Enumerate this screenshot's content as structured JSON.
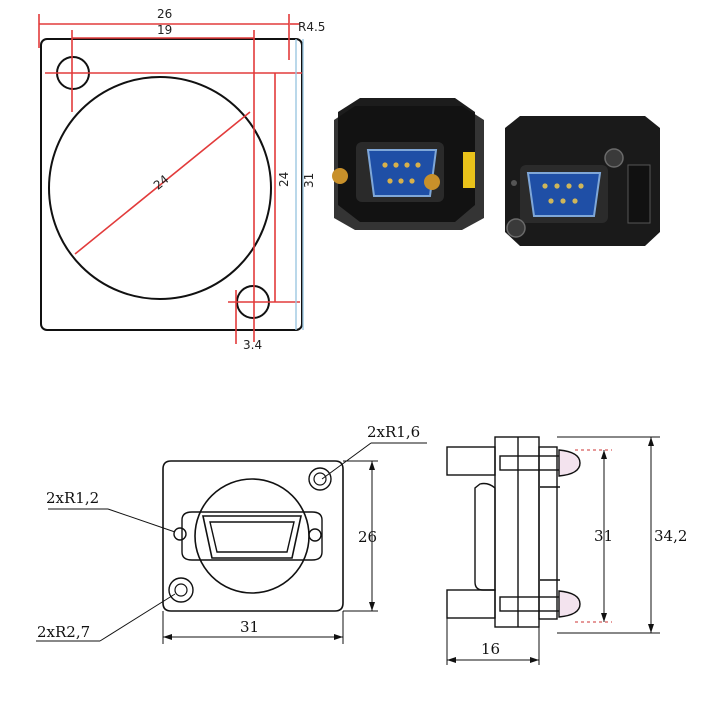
{
  "top_drawing": {
    "dim_width_outer": "26",
    "dim_width_inner": "19",
    "dim_radius": "R4.5",
    "dim_circle": "24",
    "dim_height_inner": "24",
    "dim_height_outer": "31",
    "dim_hole_offset": "3.4"
  },
  "front_view": {
    "label_small_hole_top": "2xR1,6",
    "label_small_hole_left": "2xR1,2",
    "label_large_hole": "2xR2,7",
    "dim_width": "31",
    "dim_height": "26"
  },
  "side_view": {
    "dim_height_inner": "31",
    "dim_height_outer": "34,2",
    "dim_depth": "16"
  },
  "colors": {
    "dimension_red": "#e23b3b",
    "line": "#111111",
    "connector_blue": "#1f4fa6",
    "connector_body": "#1a1a1a",
    "brass": "#c8902a",
    "yellow_tab": "#e9c21a"
  }
}
